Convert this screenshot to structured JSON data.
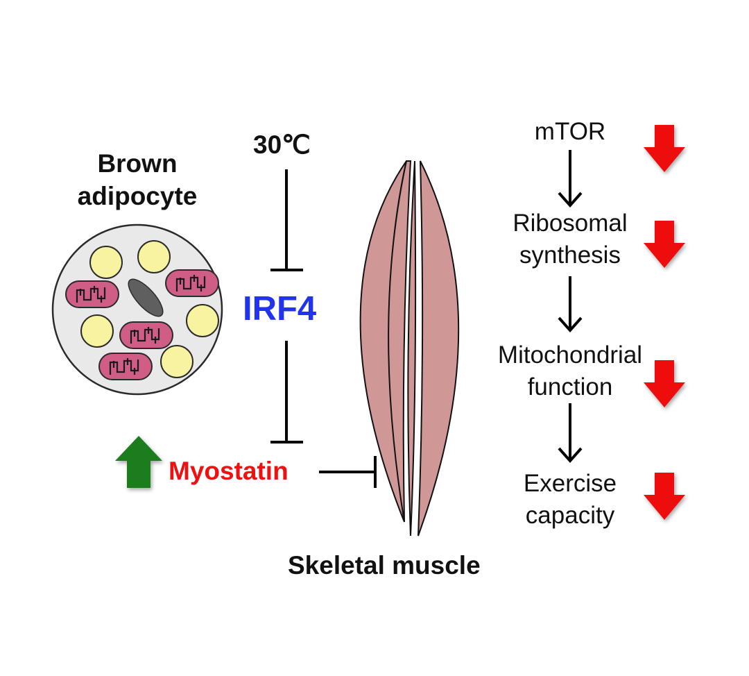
{
  "labels": {
    "cell_name": "Brown\nadipocyte",
    "temperature": "30℃",
    "irf4": "IRF4",
    "myostatin": "Myostatin",
    "muscle_name": "Skeletal muscle",
    "pathway": [
      "mTOR",
      "Ribosomal\nsynthesis",
      "Mitochondrial\nfunction",
      "Exercise\ncapacity"
    ]
  },
  "colors": {
    "irf4": "#2233ee",
    "myostatin": "#ee1111",
    "up_arrow": "#1e7d1e",
    "down_arrow": "#ee1111",
    "muscle_fill": "#cf9896",
    "mitochondria_fill": "#cf5d85",
    "lipid_droplet_fill": "#f8f3a0",
    "nucleus_fill": "#5f5f5f",
    "cell_fill": "#e9e9e9"
  },
  "indicators": {
    "myostatin": "up",
    "pathway": [
      "down",
      "down",
      "down",
      "down"
    ]
  }
}
